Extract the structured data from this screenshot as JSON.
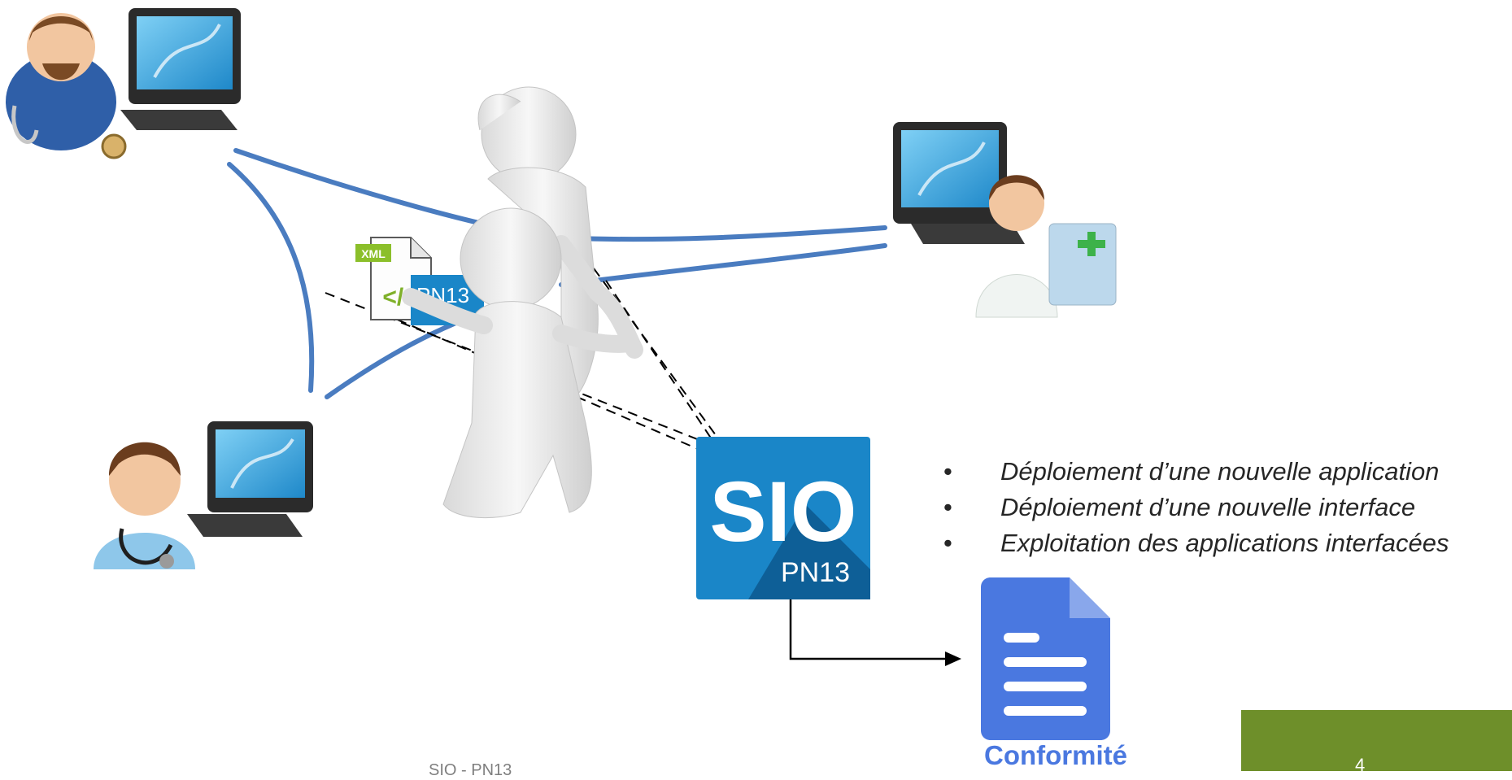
{
  "colors": {
    "connector": "#4A7CC0",
    "sio_primary": "#1A86C8",
    "sio_shadow": "#0E5F97",
    "doc_icon": "#4A78E0",
    "page_box": "#6E8F2A",
    "bullet_text": "#262626"
  },
  "icons": {
    "user_top_left": "doctor-workstation-icon",
    "user_bottom_left": "physician-workstation-icon",
    "user_right": "pharmacist-workstation-icon",
    "xml_file": "xml-file-icon",
    "figures": "confused-3d-figures-icon",
    "sio_logo": "sio-pn13-logo",
    "compliance_doc": "document-icon"
  },
  "xml_label": "XML",
  "xml_code": "</>",
  "sio_logo": {
    "main": "SIO",
    "sub": "PN13"
  },
  "bullets": [
    "Déploiement d’une nouvelle application",
    "Déploiement d’une nouvelle interface",
    "Exploitation des applications interfacées"
  ],
  "doc_label": "Conformité",
  "footer_text": "SIO - PN13",
  "page_number": "4"
}
